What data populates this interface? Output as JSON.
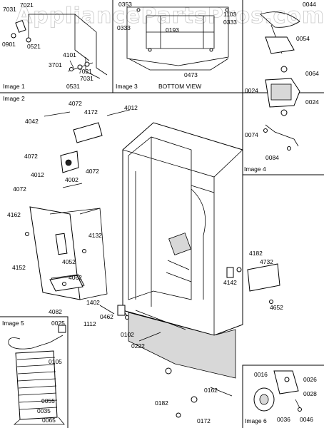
{
  "watermark": "AppliancePartsPros.com",
  "panels": [
    {
      "id": "image1",
      "caption": "Image 1"
    },
    {
      "id": "image2",
      "caption": "Image 2"
    },
    {
      "id": "image3",
      "caption": "Image 3",
      "subcaption": "BOTTOM VIEW"
    },
    {
      "id": "image4",
      "caption": "Image 4"
    },
    {
      "id": "image5",
      "caption": "Image 5"
    },
    {
      "id": "image6",
      "caption": "Image 6"
    }
  ],
  "part_numbers": {
    "p7031a": "7031",
    "p7021a": "7021",
    "p0901": "0901",
    "p0521": "0521",
    "p4101": "4101",
    "p3701": "3701",
    "p7021b": "7021",
    "p7031b": "7031",
    "p0531": "0531",
    "p0353": "0353",
    "p1103": "1103",
    "p0333a": "0333",
    "p0333b": "0333",
    "p0193": "0193",
    "p0473": "0473",
    "p0044": "0044",
    "p0054": "0054",
    "p0064": "0064",
    "p0024a": "0024",
    "p0024b": "0024",
    "p0074": "0074",
    "p0084": "0084",
    "p4072a": "4072",
    "p4172": "4172",
    "p4012a": "4012",
    "p4042": "4042",
    "p4072b": "4072",
    "p4002": "4002",
    "p4072c": "4072",
    "p4012b": "4012",
    "p4072d": "4072",
    "p4162": "4162",
    "p4132": "4132",
    "p4152": "4152",
    "p4052": "4052",
    "p4062": "4062",
    "p4082": "4082",
    "p4182": "4182",
    "p4732": "4732",
    "p4142": "4142",
    "p4652": "4652",
    "p1402": "1402",
    "p1112": "1112",
    "p0462": "0462",
    "p0102": "0102",
    "p0222": "0222",
    "p0162": "0162",
    "p0182": "0182",
    "p0172": "0172",
    "p0025": "0025",
    "p0105": "0105",
    "p0055": "0055",
    "p0035": "0035",
    "p0065": "0065",
    "p0016": "0016",
    "p0026": "0026",
    "p0028": "0028",
    "p0036": "0036",
    "p0046": "0046"
  }
}
